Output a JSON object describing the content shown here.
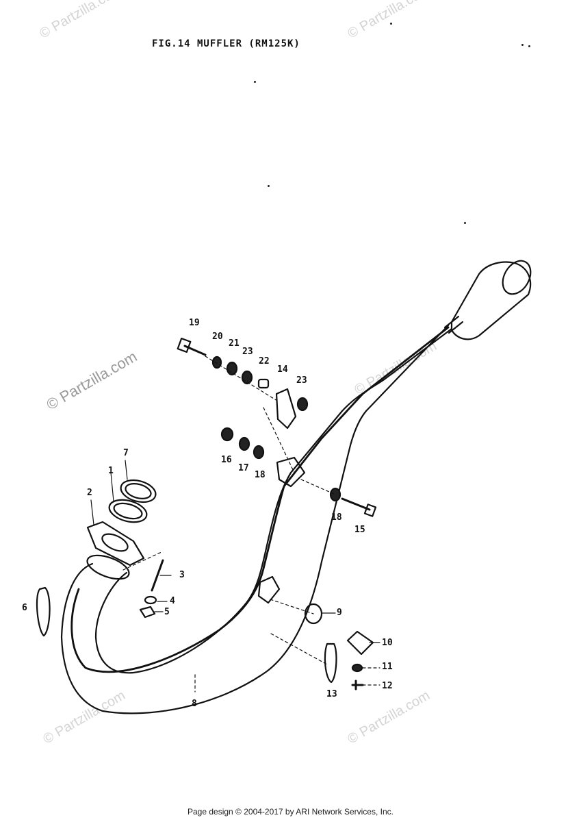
{
  "title": "FIG.14  MUFFLER (RM125K)",
  "footer": "Page design © 2004-2017 by ARI Network Services, Inc.",
  "watermark": "© Partzilla.com",
  "parts": [
    {
      "id": "p1",
      "label": "1"
    },
    {
      "id": "p2",
      "label": "2"
    },
    {
      "id": "p3",
      "label": "3"
    },
    {
      "id": "p4",
      "label": "4"
    },
    {
      "id": "p5",
      "label": "5"
    },
    {
      "id": "p6",
      "label": "6"
    },
    {
      "id": "p7",
      "label": "7"
    },
    {
      "id": "p8",
      "label": "8"
    },
    {
      "id": "p9",
      "label": "9"
    },
    {
      "id": "p10",
      "label": "10"
    },
    {
      "id": "p11",
      "label": "11"
    },
    {
      "id": "p12",
      "label": "12"
    },
    {
      "id": "p13",
      "label": "13"
    },
    {
      "id": "p14",
      "label": "14"
    },
    {
      "id": "p15",
      "label": "15"
    },
    {
      "id": "p16",
      "label": "16"
    },
    {
      "id": "p17",
      "label": "17"
    },
    {
      "id": "p18a",
      "label": "18"
    },
    {
      "id": "p18b",
      "label": "18"
    },
    {
      "id": "p19",
      "label": "19"
    },
    {
      "id": "p20",
      "label": "20"
    },
    {
      "id": "p21",
      "label": "21"
    },
    {
      "id": "p22",
      "label": "22"
    },
    {
      "id": "p23a",
      "label": "23"
    },
    {
      "id": "p23b",
      "label": "23"
    }
  ]
}
